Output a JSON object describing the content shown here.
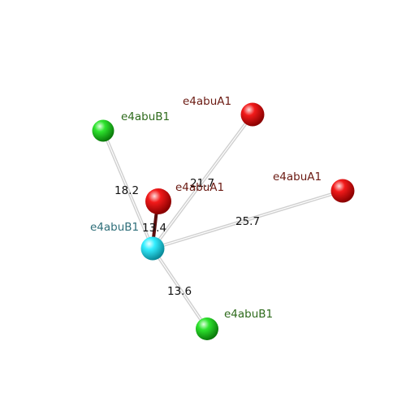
{
  "diagram": {
    "nodes": [
      {
        "id": "center",
        "label": "e4abuB1",
        "kind": "center"
      },
      {
        "id": "b1_top",
        "label": "e4abuB1",
        "kind": "green"
      },
      {
        "id": "b1_bottom",
        "label": "e4abuB1",
        "kind": "green"
      },
      {
        "id": "a1_top",
        "label": "e4abuA1",
        "kind": "red"
      },
      {
        "id": "a1_right",
        "label": "e4abuA1",
        "kind": "red"
      },
      {
        "id": "a1_close",
        "label": "e4abuA1",
        "kind": "red"
      }
    ],
    "edges": [
      {
        "from": "center",
        "to": "b1_top",
        "label": "18.2",
        "style": "grey"
      },
      {
        "from": "center",
        "to": "a1_top",
        "label": "21.7",
        "style": "grey"
      },
      {
        "from": "center",
        "to": "a1_right",
        "label": "25.7",
        "style": "grey"
      },
      {
        "from": "center",
        "to": "b1_bottom",
        "label": "13.6",
        "style": "grey"
      },
      {
        "from": "center",
        "to": "a1_close",
        "label": "13.4",
        "style": "dark"
      }
    ],
    "colors": {
      "center": "#19e3ee",
      "green": "#22dd22",
      "red": "#ee1111",
      "label_center": "#2f6f7a",
      "label_green": "#2e6b1c",
      "label_red": "#6b1a12",
      "edge_grey": "#cfcfcf",
      "edge_dark": "#5a0d0d"
    }
  }
}
